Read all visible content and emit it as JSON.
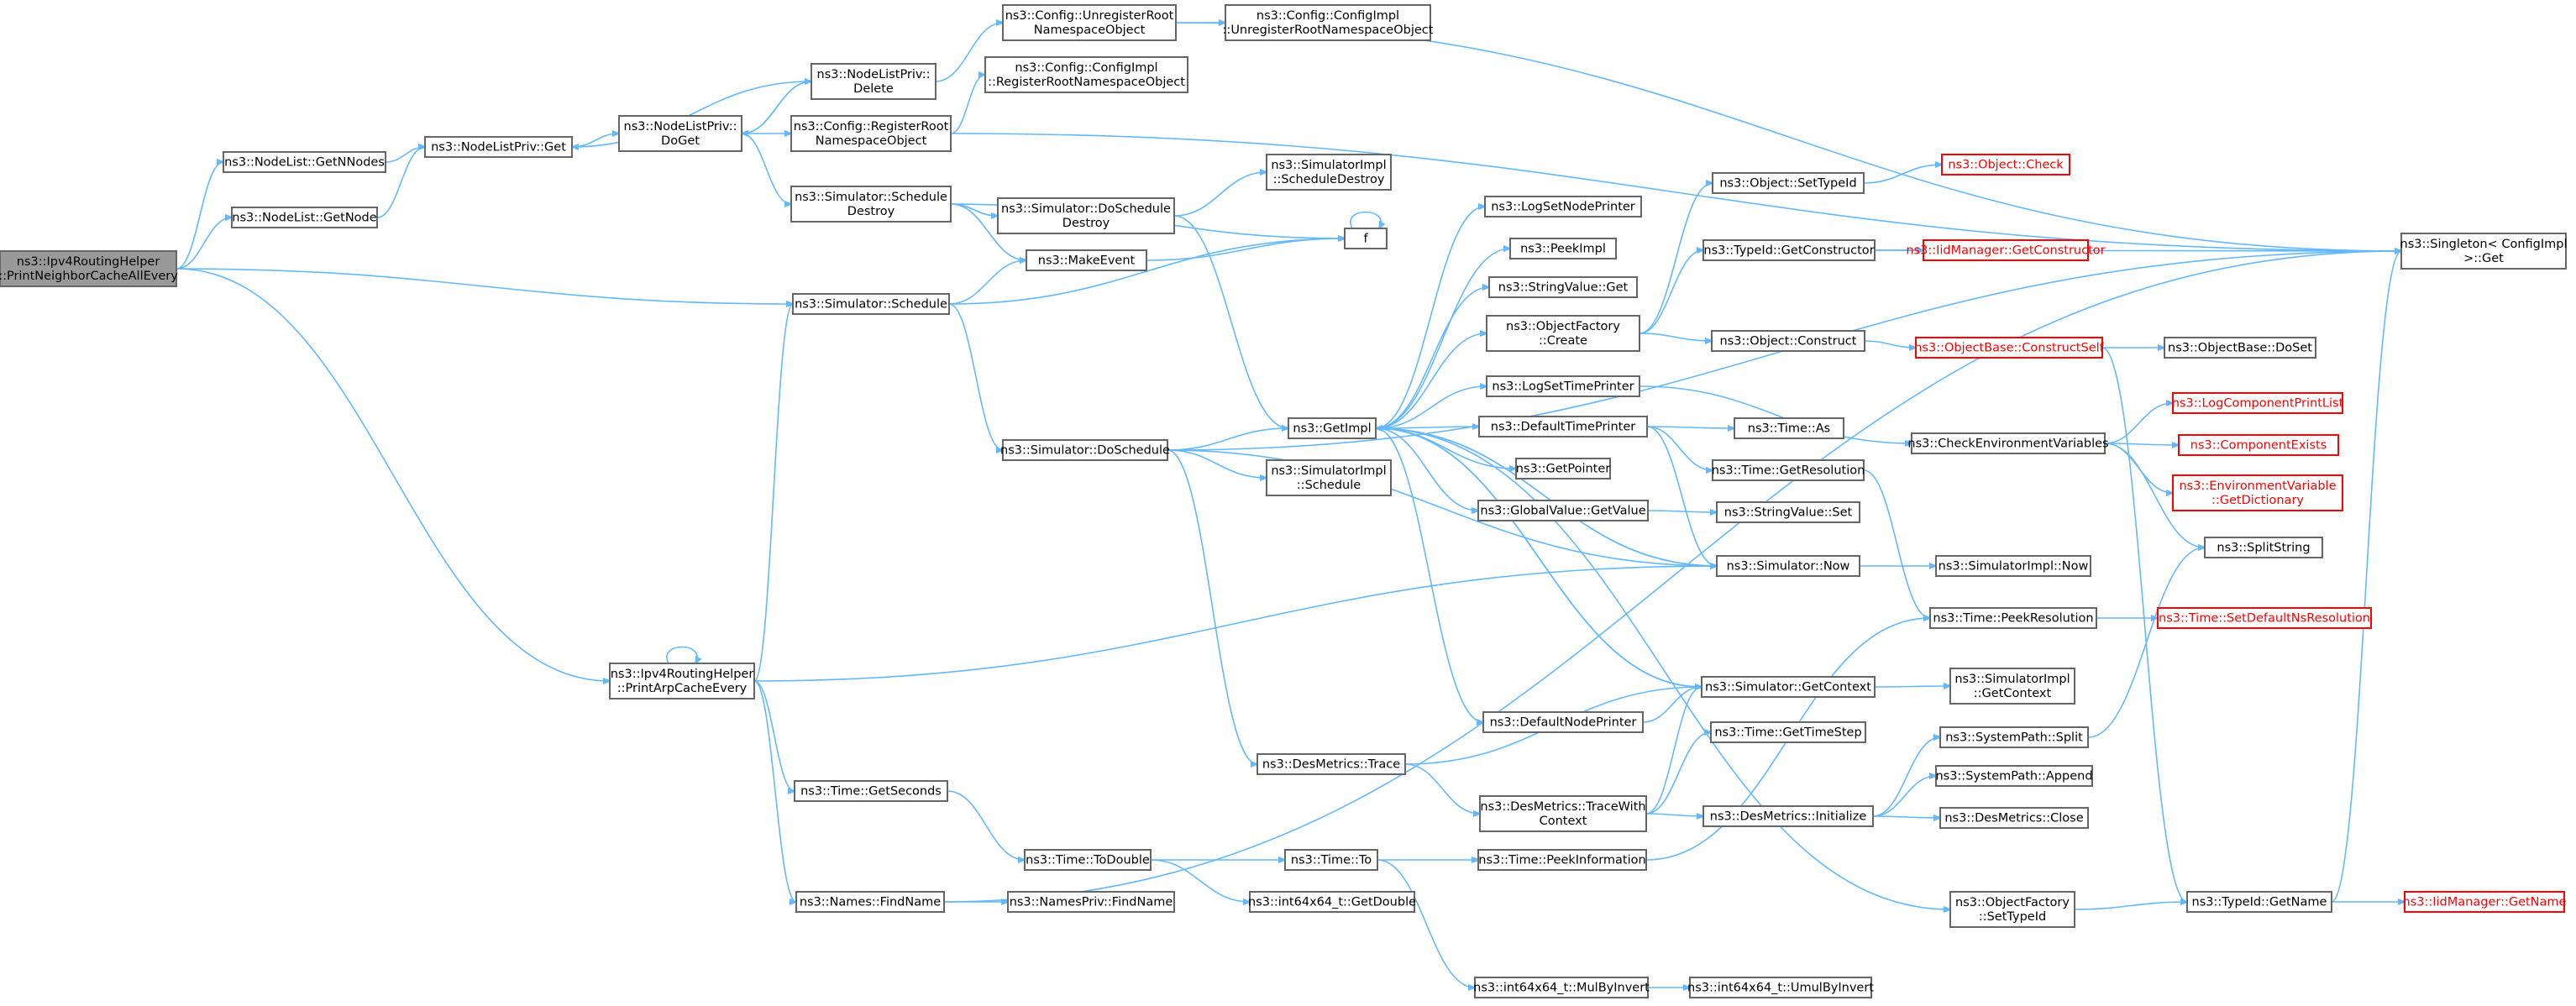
{
  "graph": {
    "nodes": [
      {
        "id": "root",
        "lines": [
          "ns3::Ipv4RoutingHelper",
          "::PrintNeighborCacheAllEvery"
        ],
        "style": "root"
      },
      {
        "id": "getNNodes",
        "lines": [
          "ns3::NodeList::GetNNodes"
        ]
      },
      {
        "id": "getNode",
        "lines": [
          "ns3::NodeList::GetNode"
        ]
      },
      {
        "id": "nlpGet",
        "lines": [
          "ns3::NodeListPriv::Get"
        ]
      },
      {
        "id": "nlpDoGet",
        "lines": [
          "ns3::NodeListPriv::",
          "DoGet"
        ]
      },
      {
        "id": "nlpDelete",
        "lines": [
          "ns3::NodeListPriv::",
          "Delete"
        ]
      },
      {
        "id": "cfgUnreg",
        "lines": [
          "ns3::Config::UnregisterRoot",
          "NamespaceObject"
        ]
      },
      {
        "id": "cfgImplUnreg",
        "lines": [
          "ns3::Config::ConfigImpl",
          "::UnregisterRootNamespaceObject"
        ]
      },
      {
        "id": "cfgImplReg",
        "lines": [
          "ns3::Config::ConfigImpl",
          "::RegisterRootNamespaceObject"
        ]
      },
      {
        "id": "cfgReg",
        "lines": [
          "ns3::Config::RegisterRoot",
          "NamespaceObject"
        ]
      },
      {
        "id": "simSchedDestroy",
        "lines": [
          "ns3::Simulator::Schedule",
          "Destroy"
        ]
      },
      {
        "id": "simDoSchedDestroy",
        "lines": [
          "ns3::Simulator::DoSchedule",
          "Destroy"
        ]
      },
      {
        "id": "simImplSchedDestroy",
        "lines": [
          "ns3::SimulatorImpl",
          "::ScheduleDestroy"
        ]
      },
      {
        "id": "f",
        "lines": [
          "f"
        ]
      },
      {
        "id": "makeEvent",
        "lines": [
          "ns3::MakeEvent"
        ]
      },
      {
        "id": "simSchedule",
        "lines": [
          "ns3::Simulator::Schedule"
        ]
      },
      {
        "id": "simDoSchedule",
        "lines": [
          "ns3::Simulator::DoSchedule"
        ]
      },
      {
        "id": "simImplSchedule",
        "lines": [
          "ns3::SimulatorImpl",
          "::Schedule"
        ]
      },
      {
        "id": "getImpl",
        "lines": [
          "ns3::GetImpl"
        ]
      },
      {
        "id": "logSetNodePrinter",
        "lines": [
          "ns3::LogSetNodePrinter"
        ]
      },
      {
        "id": "peekImpl",
        "lines": [
          "ns3::PeekImpl"
        ]
      },
      {
        "id": "stringValueGet",
        "lines": [
          "ns3::StringValue::Get"
        ]
      },
      {
        "id": "objFactoryCreate",
        "lines": [
          "ns3::ObjectFactory",
          "::Create"
        ]
      },
      {
        "id": "logSetTimePrinter",
        "lines": [
          "ns3::LogSetTimePrinter"
        ]
      },
      {
        "id": "defaultTimePrinter",
        "lines": [
          "ns3::DefaultTimePrinter"
        ]
      },
      {
        "id": "getPointer",
        "lines": [
          "ns3::GetPointer"
        ]
      },
      {
        "id": "gvGetValue",
        "lines": [
          "ns3::GlobalValue::GetValue"
        ]
      },
      {
        "id": "defaultNodePrinter",
        "lines": [
          "ns3::DefaultNodePrinter"
        ]
      },
      {
        "id": "objSetTypeId",
        "lines": [
          "ns3::Object::SetTypeId"
        ]
      },
      {
        "id": "objCheck",
        "lines": [
          "ns3::Object::Check"
        ],
        "style": "red"
      },
      {
        "id": "typeIdGetCtor",
        "lines": [
          "ns3::TypeId::GetConstructor"
        ]
      },
      {
        "id": "iidGetCtor",
        "lines": [
          "ns3::IidManager::GetConstructor"
        ],
        "style": "red"
      },
      {
        "id": "objConstruct",
        "lines": [
          "ns3::Object::Construct"
        ]
      },
      {
        "id": "objBaseConstructSelf",
        "lines": [
          "ns3::ObjectBase::ConstructSelf"
        ],
        "style": "red"
      },
      {
        "id": "objBaseDoSet",
        "lines": [
          "ns3::ObjectBase::DoSet"
        ]
      },
      {
        "id": "singletonGet",
        "lines": [
          "ns3::Singleton< ConfigImpl",
          " >::Get"
        ]
      },
      {
        "id": "checkEnvVars",
        "lines": [
          "ns3::CheckEnvironmentVariables"
        ]
      },
      {
        "id": "logComponentPrintList",
        "lines": [
          "ns3::LogComponentPrintList"
        ],
        "style": "red"
      },
      {
        "id": "componentExists",
        "lines": [
          "ns3::ComponentExists"
        ],
        "style": "red"
      },
      {
        "id": "envVarGetDict",
        "lines": [
          "ns3::EnvironmentVariable",
          "::GetDictionary"
        ],
        "style": "red"
      },
      {
        "id": "splitString",
        "lines": [
          "ns3::SplitString"
        ]
      },
      {
        "id": "timeAs",
        "lines": [
          "ns3::Time::As"
        ]
      },
      {
        "id": "timeGetResolution",
        "lines": [
          "ns3::Time::GetResolution"
        ]
      },
      {
        "id": "stringValueSet",
        "lines": [
          "ns3::StringValue::Set"
        ]
      },
      {
        "id": "simNow",
        "lines": [
          "ns3::Simulator::Now"
        ]
      },
      {
        "id": "simImplNow",
        "lines": [
          "ns3::SimulatorImpl::Now"
        ]
      },
      {
        "id": "timePeekResolution",
        "lines": [
          "ns3::Time::PeekResolution"
        ]
      },
      {
        "id": "timeSetDefaultNsRes",
        "lines": [
          "ns3::Time::SetDefaultNsResolution"
        ],
        "style": "red"
      },
      {
        "id": "simGetContext",
        "lines": [
          "ns3::Simulator::GetContext"
        ]
      },
      {
        "id": "simImplGetContext",
        "lines": [
          "ns3::SimulatorImpl",
          "::GetContext"
        ]
      },
      {
        "id": "timeGetTimeStep",
        "lines": [
          "ns3::Time::GetTimeStep"
        ]
      },
      {
        "id": "printArpCacheEvery",
        "lines": [
          "ns3::Ipv4RoutingHelper",
          "::PrintArpCacheEvery"
        ]
      },
      {
        "id": "desTrace",
        "lines": [
          "ns3::DesMetrics::Trace"
        ]
      },
      {
        "id": "desTraceWithContext",
        "lines": [
          "ns3::DesMetrics::TraceWith",
          "Context"
        ]
      },
      {
        "id": "desInitialize",
        "lines": [
          "ns3::DesMetrics::Initialize"
        ]
      },
      {
        "id": "sysPathSplit",
        "lines": [
          "ns3::SystemPath::Split"
        ]
      },
      {
        "id": "sysPathAppend",
        "lines": [
          "ns3::SystemPath::Append"
        ]
      },
      {
        "id": "desClose",
        "lines": [
          "ns3::DesMetrics::Close"
        ]
      },
      {
        "id": "timeGetSeconds",
        "lines": [
          "ns3::Time::GetSeconds"
        ]
      },
      {
        "id": "timeToDouble",
        "lines": [
          "ns3::Time::ToDouble"
        ]
      },
      {
        "id": "timeTo",
        "lines": [
          "ns3::Time::To"
        ]
      },
      {
        "id": "timePeekInfo",
        "lines": [
          "ns3::Time::PeekInformation"
        ]
      },
      {
        "id": "int64GetDouble",
        "lines": [
          "ns3::int64x64_t::GetDouble"
        ]
      },
      {
        "id": "namesFindName",
        "lines": [
          "ns3::Names::FindName"
        ]
      },
      {
        "id": "namesPrivFindName",
        "lines": [
          "ns3::NamesPriv::FindName"
        ]
      },
      {
        "id": "objFactorySetTypeId",
        "lines": [
          "ns3::ObjectFactory",
          "::SetTypeId"
        ]
      },
      {
        "id": "typeIdGetName",
        "lines": [
          "ns3::TypeId::GetName"
        ]
      },
      {
        "id": "iidGetName",
        "lines": [
          "ns3::IidManager::GetName"
        ],
        "style": "red"
      },
      {
        "id": "int64MulByInvert",
        "lines": [
          "ns3::int64x64_t::MulByInvert"
        ]
      },
      {
        "id": "int64UmulByInvert",
        "lines": [
          "ns3::int64x64_t::UmulByInvert"
        ]
      }
    ],
    "edges": [
      [
        "root",
        "getNNodes"
      ],
      [
        "root",
        "getNode"
      ],
      [
        "root",
        "simSchedule"
      ],
      [
        "root",
        "printArpCacheEvery"
      ],
      [
        "getNNodes",
        "nlpGet"
      ],
      [
        "getNode",
        "nlpGet"
      ],
      [
        "nlpGet",
        "nlpDoGet"
      ],
      [
        "nlpDoGet",
        "nlpDelete"
      ],
      [
        "nlpDoGet",
        "cfgReg"
      ],
      [
        "nlpDoGet",
        "simSchedDestroy"
      ],
      [
        "nlpDelete",
        "cfgUnreg"
      ],
      [
        "nlpDelete",
        "nlpDoGet"
      ],
      [
        "nlpDelete",
        "nlpGet"
      ],
      [
        "cfgUnreg",
        "cfgImplUnreg"
      ],
      [
        "cfgUnreg",
        "singletonGet"
      ],
      [
        "cfgReg",
        "cfgImplReg"
      ],
      [
        "cfgReg",
        "singletonGet"
      ],
      [
        "simSchedDestroy",
        "simDoSchedDestroy"
      ],
      [
        "simSchedDestroy",
        "f"
      ],
      [
        "simSchedDestroy",
        "makeEvent"
      ],
      [
        "simDoSchedDestroy",
        "simImplSchedDestroy"
      ],
      [
        "simDoSchedDestroy",
        "getImpl"
      ],
      [
        "f",
        "f"
      ],
      [
        "makeEvent",
        "f"
      ],
      [
        "simSchedule",
        "makeEvent"
      ],
      [
        "simSchedule",
        "f"
      ],
      [
        "simSchedule",
        "simDoSchedule"
      ],
      [
        "simDoSchedule",
        "getImpl"
      ],
      [
        "simDoSchedule",
        "simImplSchedule"
      ],
      [
        "simDoSchedule",
        "simNow"
      ],
      [
        "simDoSchedule",
        "desTrace"
      ],
      [
        "simDoSchedule",
        "singletonGet"
      ],
      [
        "getImpl",
        "logSetNodePrinter"
      ],
      [
        "getImpl",
        "peekImpl"
      ],
      [
        "getImpl",
        "stringValueGet"
      ],
      [
        "getImpl",
        "objFactoryCreate"
      ],
      [
        "getImpl",
        "logSetTimePrinter"
      ],
      [
        "getImpl",
        "defaultTimePrinter"
      ],
      [
        "getImpl",
        "getPointer"
      ],
      [
        "getImpl",
        "gvGetValue"
      ],
      [
        "getImpl",
        "simNow"
      ],
      [
        "getImpl",
        "defaultNodePrinter"
      ],
      [
        "getImpl",
        "simGetContext"
      ],
      [
        "getImpl",
        "objFactorySetTypeId"
      ],
      [
        "objFactoryCreate",
        "objSetTypeId"
      ],
      [
        "objFactoryCreate",
        "typeIdGetCtor"
      ],
      [
        "objFactoryCreate",
        "objConstruct"
      ],
      [
        "objSetTypeId",
        "objCheck"
      ],
      [
        "typeIdGetCtor",
        "iidGetCtor"
      ],
      [
        "typeIdGetCtor",
        "singletonGet"
      ],
      [
        "objConstruct",
        "objBaseConstructSelf"
      ],
      [
        "objBaseConstructSelf",
        "objBaseDoSet"
      ],
      [
        "objBaseConstructSelf",
        "typeIdGetName"
      ],
      [
        "logSetTimePrinter",
        "checkEnvVars"
      ],
      [
        "checkEnvVars",
        "logComponentPrintList"
      ],
      [
        "checkEnvVars",
        "componentExists"
      ],
      [
        "checkEnvVars",
        "envVarGetDict"
      ],
      [
        "checkEnvVars",
        "splitString"
      ],
      [
        "defaultTimePrinter",
        "timeAs"
      ],
      [
        "defaultTimePrinter",
        "timeGetResolution"
      ],
      [
        "defaultTimePrinter",
        "simNow"
      ],
      [
        "timeGetResolution",
        "timePeekResolution"
      ],
      [
        "gvGetValue",
        "stringValueSet"
      ],
      [
        "simNow",
        "simImplNow"
      ],
      [
        "simNow",
        "getImpl"
      ],
      [
        "timePeekResolution",
        "timeSetDefaultNsRes"
      ],
      [
        "defaultNodePrinter",
        "simGetContext"
      ],
      [
        "simGetContext",
        "simImplGetContext"
      ],
      [
        "simGetContext",
        "getImpl"
      ],
      [
        "printArpCacheEvery",
        "printArpCacheEvery"
      ],
      [
        "printArpCacheEvery",
        "simSchedule"
      ],
      [
        "printArpCacheEvery",
        "simNow"
      ],
      [
        "printArpCacheEvery",
        "timeGetSeconds"
      ],
      [
        "printArpCacheEvery",
        "namesFindName"
      ],
      [
        "desTrace",
        "simGetContext"
      ],
      [
        "desTrace",
        "desTraceWithContext"
      ],
      [
        "desTraceWithContext",
        "simGetContext"
      ],
      [
        "desTraceWithContext",
        "timeGetTimeStep"
      ],
      [
        "desTraceWithContext",
        "desInitialize"
      ],
      [
        "desInitialize",
        "sysPathSplit"
      ],
      [
        "desInitialize",
        "sysPathAppend"
      ],
      [
        "desInitialize",
        "desClose"
      ],
      [
        "sysPathSplit",
        "splitString"
      ],
      [
        "timeGetSeconds",
        "timeToDouble"
      ],
      [
        "timeToDouble",
        "timeTo"
      ],
      [
        "timeToDouble",
        "int64GetDouble"
      ],
      [
        "timeTo",
        "timePeekInfo"
      ],
      [
        "timeTo",
        "int64MulByInvert"
      ],
      [
        "timePeekInfo",
        "timePeekResolution"
      ],
      [
        "int64MulByInvert",
        "int64UmulByInvert"
      ],
      [
        "namesFindName",
        "namesPrivFindName"
      ],
      [
        "namesFindName",
        "singletonGet"
      ],
      [
        "objFactorySetTypeId",
        "typeIdGetName"
      ],
      [
        "typeIdGetName",
        "iidGetName"
      ],
      [
        "typeIdGetName",
        "singletonGet"
      ]
    ]
  }
}
